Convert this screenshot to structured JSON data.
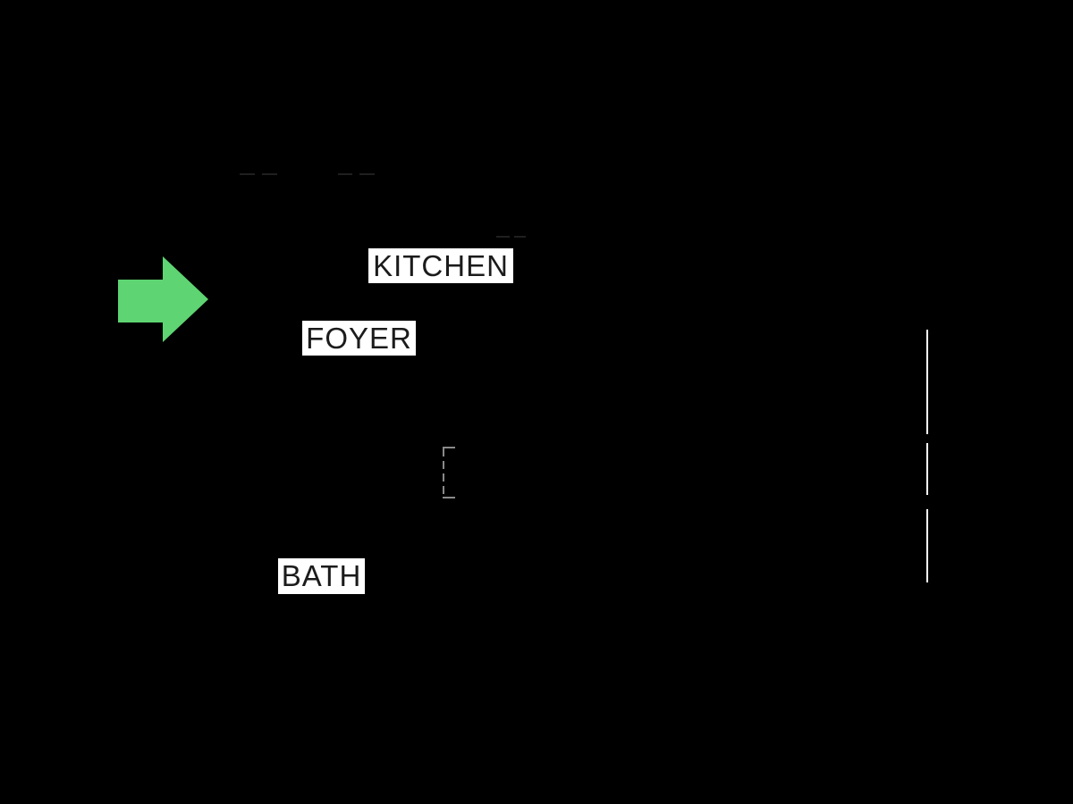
{
  "colors": {
    "background": "#000000",
    "arrow_green": "#5ed472",
    "label_bg": "#ffffff",
    "label_text": "#1b1b1b",
    "wall_line": "#ffffff",
    "door_marker_gray": "#8a8a8a",
    "faint_wall_dash": "#1f1f1f"
  },
  "labels": {
    "kitchen": "KITCHEN",
    "foyer": "FOYER",
    "bath": "BATH"
  },
  "icons": {
    "entry_arrow": "right-arrow-icon",
    "door_opening": "dashed-door-opening-marker",
    "right_wall": "dashed-wall-line"
  }
}
